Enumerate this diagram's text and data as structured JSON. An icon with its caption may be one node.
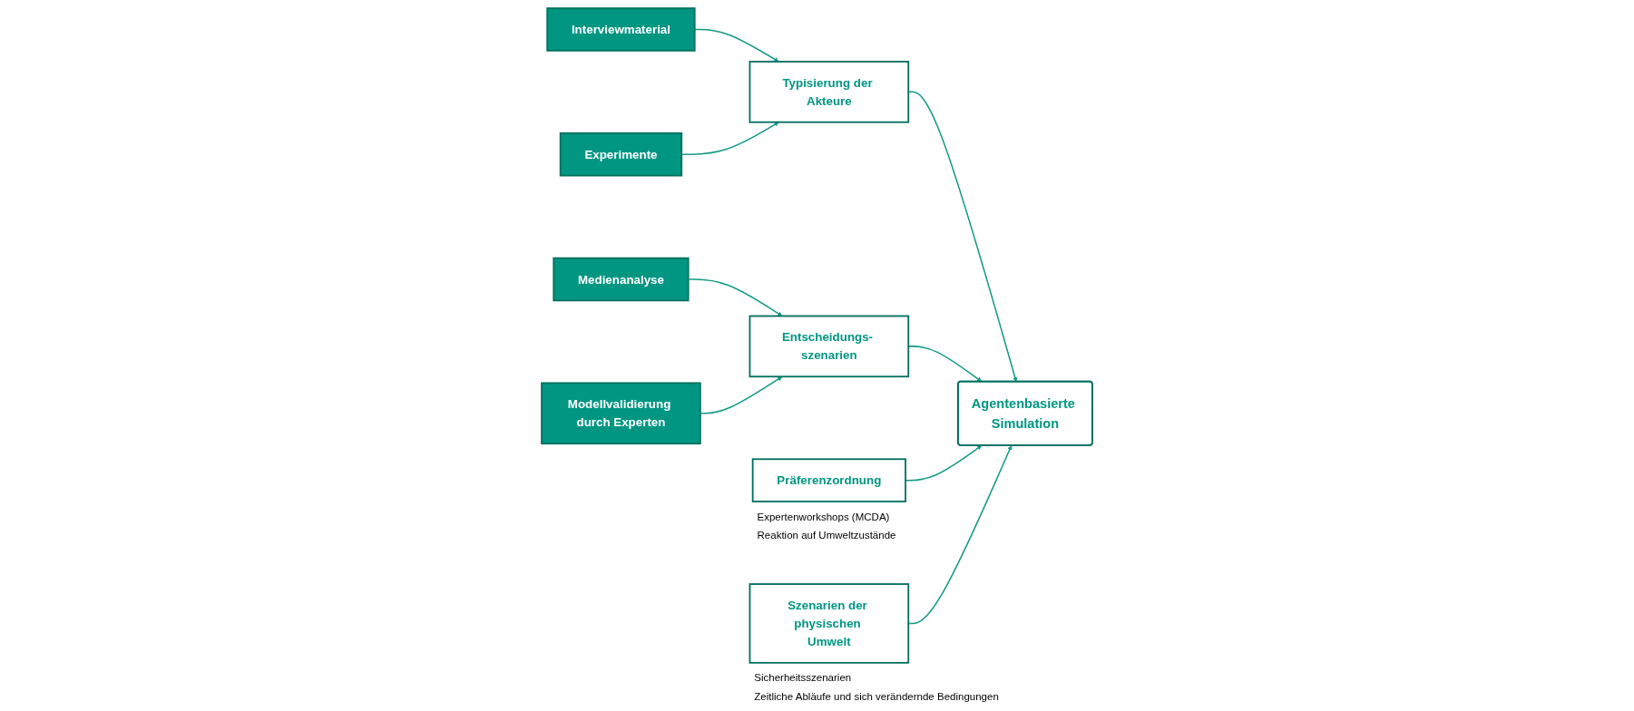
{
  "diagram": {
    "nodes": [
      {
        "text": [
          "Interviewmaterial"
        ]
      },
      {
        "text": [
          "Experimente"
        ]
      },
      {
        "text": [
          "Typisierung der Akteure"
        ]
      },
      {
        "text": [
          "Medienanalyse"
        ]
      },
      {
        "text": [
          "Modellvalidierung durch Experten"
        ]
      },
      {
        "text": [
          "Entscheidungs- szenarien"
        ]
      },
      {
        "text": [
          "Agentenbasierte Simulation"
        ]
      },
      {
        "text": [
          "Präferenzordnung"
        ],
        "beside": [
          "Expertenworkshops (MCDA)",
          "Reaktion auf Umweltzustände"
        ]
      },
      {
        "text": [
          "Szenarien der physischen Umwelt"
        ],
        "beside": [
          "Sicherheitsszenarien",
          "Zeitliche Abläufe und sich verändernde Bedingungen"
        ]
      }
    ],
    "edges": [
      {
        "from": 0,
        "to": 2,
        "arrow": "to"
      },
      {
        "from": 1,
        "to": 2,
        "arrow": "to"
      },
      {
        "from": 3,
        "to": 5,
        "arrow": "to"
      },
      {
        "from": 4,
        "to": 5,
        "arrow": "to"
      },
      {
        "from": 2,
        "to": 6,
        "arrow": "to"
      },
      {
        "from": 5,
        "to": 6,
        "arrow": "to"
      },
      {
        "from": 7,
        "to": 6,
        "arrow": "to"
      },
      {
        "from": 8,
        "to": 6,
        "arrow": "to"
      }
    ]
  }
}
